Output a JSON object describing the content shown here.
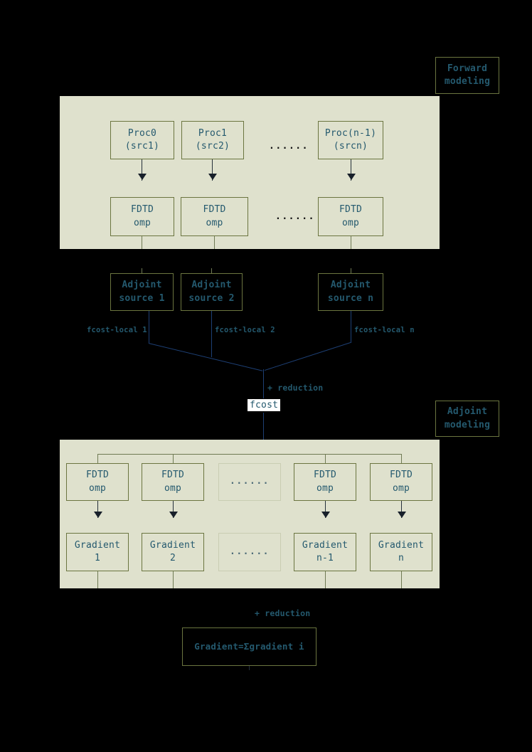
{
  "diagram": {
    "title_hidden": "",
    "colors": {
      "panel_bg": "#dfe1cd",
      "box_border": "#6b7540",
      "text": "#24596e",
      "line": "#6f7a54",
      "blue_line": "#1d3f74",
      "background": "#000000"
    },
    "legend": {
      "forward": {
        "line1": "Forward",
        "line2": "modeling"
      },
      "adjoint": {
        "line1": "Adjoint",
        "line2": "modeling"
      }
    },
    "forward_section": {
      "proc_row": [
        {
          "line1": "Proc0",
          "line2": "(src1)"
        },
        {
          "line1": "Proc1",
          "line2": "(src2)"
        },
        {
          "line1": "Proc(n-1)",
          "line2": "(srcn)"
        }
      ],
      "proc_ellipsis": "......",
      "fdtd_row": [
        {
          "line1": "FDTD",
          "line2": "omp"
        },
        {
          "line1": "FDTD",
          "line2": "omp"
        },
        {
          "line1": "FDTD",
          "line2": "omp"
        }
      ],
      "fdtd_ellipsis": "......"
    },
    "adjoint_source_row": [
      {
        "line1": "Adjoint",
        "line2": "source 1"
      },
      {
        "line1": "Adjoint",
        "line2": "source 2"
      },
      {
        "line1": "Adjoint",
        "line2": "source n"
      }
    ],
    "fcost_labels": [
      "fcost-local 1",
      "fcost-local 2",
      "fcost-local n"
    ],
    "fcost_reduction": "+ reduction",
    "fcost_value": "fcost",
    "adjoint_section": {
      "fdtd_row": [
        {
          "line1": "FDTD",
          "line2": "omp"
        },
        {
          "line1": "FDTD",
          "line2": "omp"
        },
        {
          "line1": "FDTD",
          "line2": "omp"
        },
        {
          "line1": "FDTD",
          "line2": "omp"
        }
      ],
      "fdtd_ellipsis": "......",
      "gradient_row": [
        {
          "line1": "Gradient",
          "line2": "1"
        },
        {
          "line1": "Gradient",
          "line2": "2"
        },
        {
          "line1": "Gradient",
          "line2": "n-1"
        },
        {
          "line1": "Gradient",
          "line2": "n"
        }
      ],
      "gradient_ellipsis": "......"
    },
    "gradient_reduction": "+ reduction",
    "gradient_total": "Gradient=Σgradient i"
  }
}
